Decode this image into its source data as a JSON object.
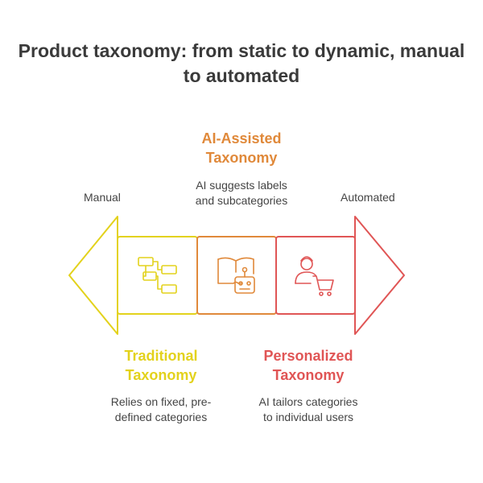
{
  "title": {
    "line1": "Product taxonomy: from static to dynamic, manual",
    "line2": "to automated"
  },
  "ends": {
    "left": "Manual",
    "right": "Automated"
  },
  "stages": [
    {
      "name_line1": "Traditional",
      "name_line2": "Taxonomy",
      "desc_line1": "Relies on fixed, pre-",
      "desc_line2": "defined categories",
      "color": "#e3d21c",
      "icon": "hierarchy-icon"
    },
    {
      "name_line1": "AI-Assisted",
      "name_line2": "Taxonomy",
      "desc_line1": "AI suggests labels",
      "desc_line2": "and subcategories",
      "color": "#e0893a",
      "icon": "robot-book-icon"
    },
    {
      "name_line1": "Personalized",
      "name_line2": "Taxonomy",
      "desc_line1": "AI tailors categories",
      "desc_line2": "to individual users",
      "color": "#e05555",
      "icon": "shopper-cart-icon"
    }
  ]
}
